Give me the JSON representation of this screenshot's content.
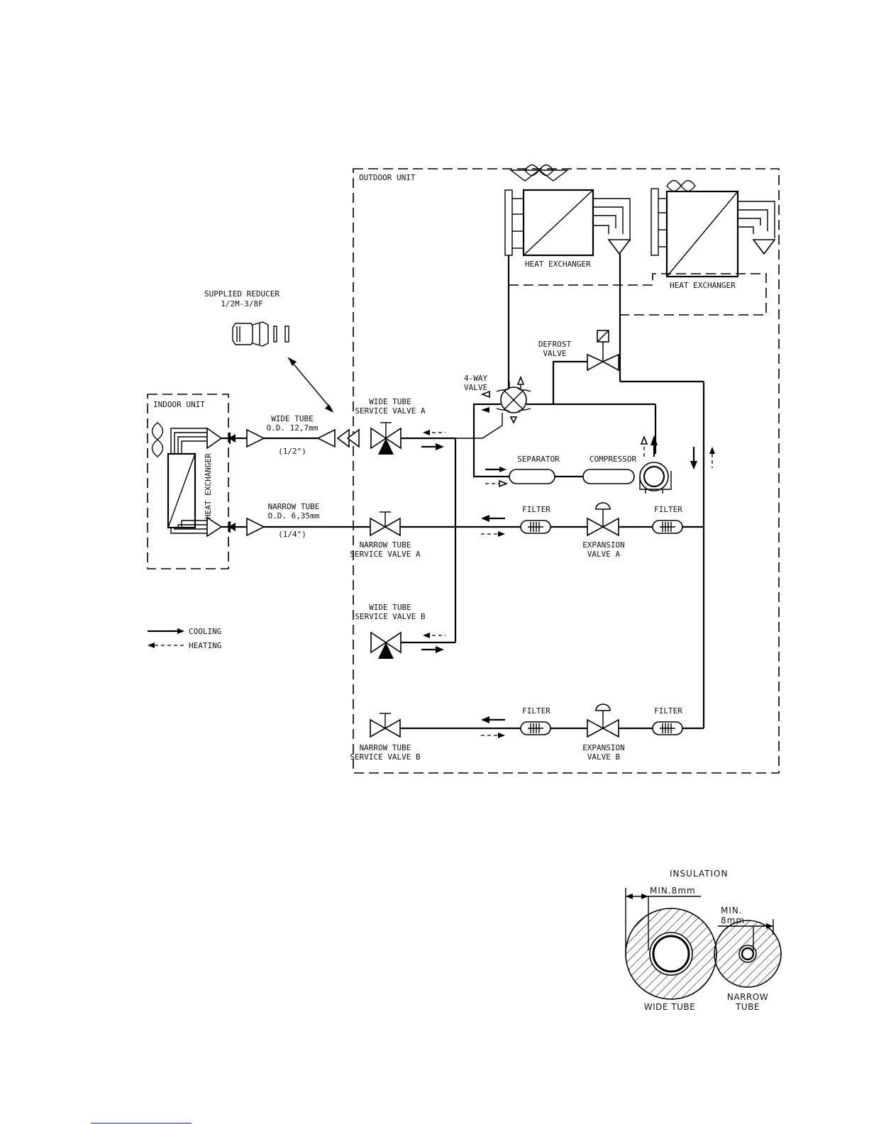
{
  "diagram": {
    "outdoor_unit": "OUTDOOR UNIT",
    "indoor_unit": "INDOOR UNIT",
    "heat_exchanger": "HEAT EXCHANGER",
    "supplied_reducer": [
      "SUPPLIED REDUCER",
      "1/2M-3/8F"
    ],
    "wide_tube": [
      "WIDE TUBE",
      "O.D. 12,7mm",
      "(1/2\")"
    ],
    "narrow_tube": [
      "NARROW TUBE",
      "O.D. 6,35mm",
      "(1/4\")"
    ],
    "wide_tube_service_valve_a": [
      "WIDE TUBE",
      "SERVICE VALVE A"
    ],
    "wide_tube_service_valve_b": [
      "WIDE TUBE",
      "SERVICE VALVE B"
    ],
    "narrow_tube_service_valve_a": [
      "NARROW TUBE",
      "SERVICE VALVE A"
    ],
    "narrow_tube_service_valve_b": [
      "NARROW TUBE",
      "SERVICE VALVE B"
    ],
    "four_way_valve": [
      "4-WAY",
      "VALVE"
    ],
    "defrost_valve": [
      "DEFROST",
      "VALVE"
    ],
    "separator": "SEPARATOR",
    "compressor": "COMPRESSOR",
    "filter": "FILTER",
    "expansion_valve_a": [
      "EXPANSION",
      "VALVE A"
    ],
    "expansion_valve_b": [
      "EXPANSION",
      "VALVE B"
    ],
    "legend": {
      "cooling": "COOLING",
      "heating": "HEATING"
    }
  },
  "insulation": {
    "title": "INSULATION",
    "min_wide": "MIN.8mm",
    "min_narrow": [
      "MIN.",
      "8mm"
    ],
    "wide_tube": "WIDE TUBE",
    "narrow_tube": [
      "NARROW",
      "TUBE"
    ]
  }
}
